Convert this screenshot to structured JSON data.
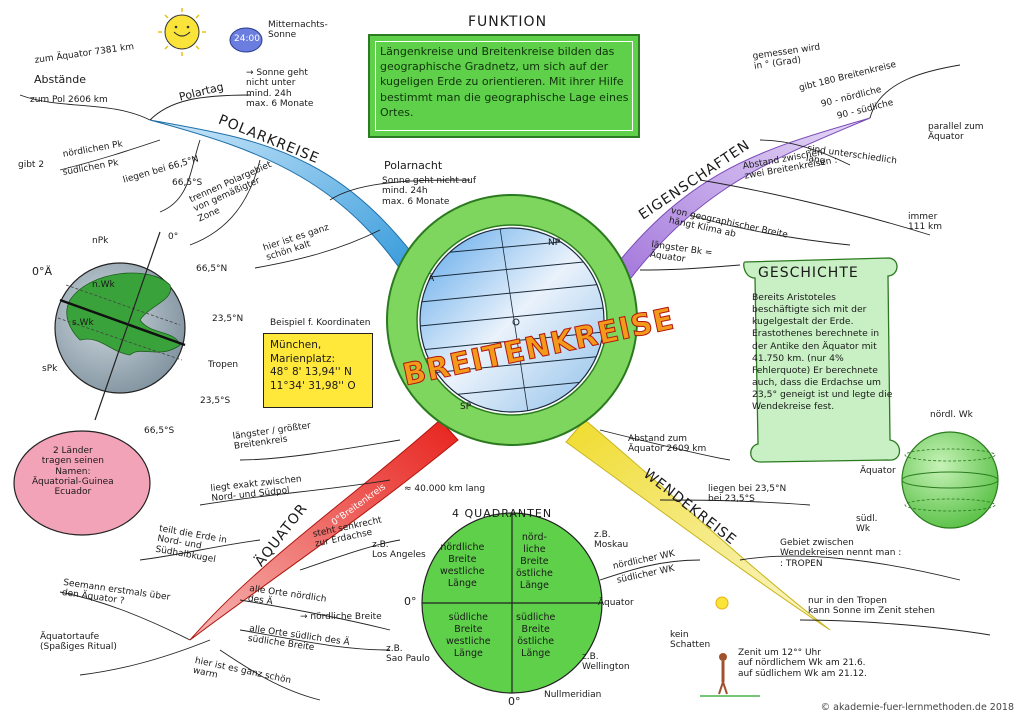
{
  "mindmap": {
    "center_title": "BREITENKREISE",
    "globe_labels": {
      "np": "NP",
      "sp": "SP",
      "a": "Ä"
    },
    "clock": "24:00",
    "mitternachtssonne": "Mitternachts-\nSonne"
  },
  "funktion": {
    "heading": "FUNKTION",
    "text": "Längenkreise und Breitenkreise bilden das geographische Gradnetz, um sich auf der kugeligen Erde zu orientieren. Mit ihrer Hilfe bestimmt man die geographische Lage eines Ortes."
  },
  "polarkreise": {
    "label": "POLARKREISE",
    "abstaende": "Abstände",
    "zum_aequator": "zum Äquator 7381 km",
    "zum_pol": "zum Pol 2606 km",
    "polartag": "Polartag",
    "polartag_text": "→ Sonne geht\nnicht unter\nmind. 24h\nmax. 6 Monate",
    "gibt2": "gibt 2",
    "noerdlich": "nördlichen Pk",
    "suedlich": "südlichen Pk",
    "liegen": "liegen bei 66,5°N",
    "liegen2": "66,5°S",
    "trennen": "trennen Polargebiet\nvon gemäßigter\nZone",
    "polarnacht": "Polarnacht",
    "polarnacht_text": "Sonne geht nicht auf\nmind. 24h\nmax. 6 Monate",
    "kalt": "hier ist es ganz\nschön kalt"
  },
  "earth": {
    "npk": "nPk",
    "spk": "sPk",
    "oa": "0°Ä",
    "nwk": "n.Wk",
    "swk": "s.Wk",
    "zero": "0°",
    "lat1": "66,5°N",
    "lat2": "23,5°N",
    "tropen": "Tropen",
    "lat3": "23,5°S",
    "lat4": "66,5°S"
  },
  "beispiel": {
    "label": "Beispiel f. Koordinaten",
    "box": "München,\nMarienplatz:\n48° 8' 13,94'' N\n11°34' 31,98'' O"
  },
  "eigenschaften": {
    "label": "EIGENSCHAFTEN",
    "gemessen": "gemessen wird\nin ° (Grad)",
    "gibt180": "gibt 180 Breitenkreise",
    "n90": "90 - nördliche",
    "s90": "90 - südliche",
    "parallel": "parallel zum\nÄquator",
    "unterschiedlich": "sind unterschiedlich\nlang",
    "abstand": "Abstand zwischen\nzwei Breitenkreisen :",
    "immer": "immer\n111 km",
    "klima": "von geographischer Breite\nhängt Klima ab",
    "laengster": "längster Bk =\nÄquator"
  },
  "geschichte": {
    "title": "GESCHICHTE",
    "text": "Bereits Aristoteles beschäftigte sich mit der kugelgestalt der Erde. Erastothenes berechnete in der Antike den Äquator mit 41.750 km. (nur 4% Fehlerquote) Er berechnete auch, dass die Erdachse um 23,5° geneigt ist und legte die Wendekreise fest."
  },
  "aequator": {
    "label": "ÄQUATOR",
    "branch_label": "0°Breitenkreis",
    "laengster": "längster / größter\nBreitenkreis",
    "liegt": "liegt exakt zwischen\nNord- und Südpol",
    "laenge": "≈ 40.000 km lang",
    "teilt": "teilt die Erde in\nNord- und\nSüdhalbkugel",
    "steht": "steht senkrecht\nzur Erdachse",
    "seemann": "Seemann erstmals über\nden Äquator ?",
    "taufe": "Äquatortaufe\n(Spaßiges Ritual)",
    "noerdlich": "alle Orte nördlich\ndes Ä",
    "noerdlich2": "→ nördliche Breite",
    "suedlich": "alle Orte südlich des Ä\nsüdliche Breite",
    "warm": "hier ist es ganz schön\nwarm",
    "bubble": "2 Länder\ntragen seinen\nNamen:\nÄquatorial-Guinea\nEcuador"
  },
  "quadranten": {
    "title": "4 QUADRANTEN",
    "q1": "nördliche\nBreite\nwestliche\nLänge",
    "q2": "nörd-\nliche\nBreite\nöstliche\nLänge",
    "q3": "südliche\nBreite\nwestliche\nLänge",
    "q4": "südliche\nBreite\nöstliche\nLänge",
    "la": "z.B.\nLos Angeles",
    "moskau": "z.B.\nMoskau",
    "saopaulo": "z.B.\nSao Paulo",
    "wellington": "z.B.\nWellington",
    "zero_left": "0°",
    "zero_bottom": "0°",
    "aequator": "Äquator",
    "nullmeridian": "Nullmeridian"
  },
  "wendekreise": {
    "label": "WENDEKREISE",
    "abstand": "Abstand zum\nÄquator 2609 km",
    "liegen": "liegen bei 23,5°N\nbei 23,5°S",
    "noerdlich": "nördlicher WK",
    "suedlich": "südlicher WK",
    "gebiet": "Gebiet zwischen\nWendekreisen nennt man :\n: TROPEN",
    "zenit": "nur in den Tropen\nkann Sonne im Zenit stehen",
    "kein": "kein\nSchatten",
    "zenit12": "Zenit um 12°° Uhr\nauf nördlichem Wk am 21.6.\nauf südlichem Wk am 21.12.",
    "nordl_wk": "nördl. Wk",
    "sudl_wk": "südl.\nWk",
    "aequator": "Äquator"
  },
  "footer": {
    "copyright": "© akademie-fuer-lernmethoden.de 2018"
  },
  "colors": {
    "green": "#5fd04a",
    "blue": "#1f8fd6",
    "purple": "#9b6bd8",
    "red": "#e8231d",
    "yellow": "#f3e34a",
    "orange": "#f39a1b",
    "paper": "#c8f0c4"
  }
}
